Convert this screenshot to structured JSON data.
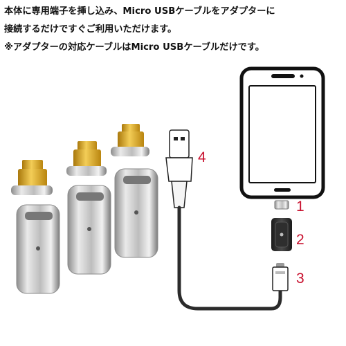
{
  "caption": {
    "lines": [
      "本体に専用端子を挿し込み、Micro USBケーブルをアダプターに",
      "接続するだけですぐご利用いただけます。",
      "※アダプターの対応ケーブルはMicro USBケーブルだけです。"
    ]
  },
  "callouts": {
    "one": "1",
    "two": "2",
    "three": "3",
    "four": "4"
  },
  "colors": {
    "callout": "#c8102e",
    "gold_tip": "#d9a520",
    "silver": "#c9c9c9",
    "cable": "#2b2b2b",
    "phone_outline": "#111111"
  }
}
